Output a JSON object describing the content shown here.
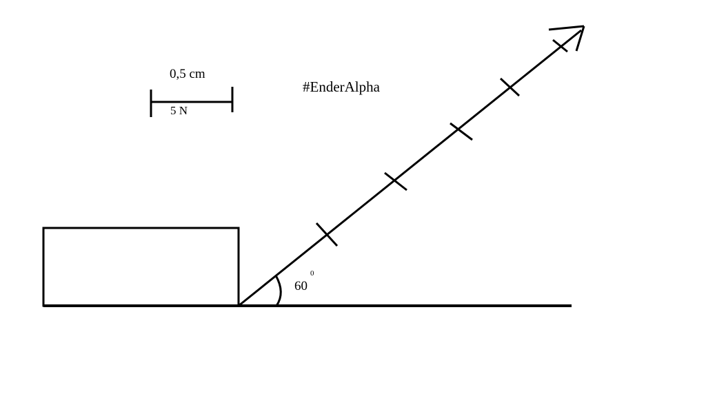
{
  "scale": {
    "length_label": "0,5 cm",
    "force_label": "5 N"
  },
  "watermark": "#EnderAlpha",
  "angle": {
    "value": "60",
    "unit_mark": "0"
  },
  "colors": {
    "ink": "#000000",
    "background": "#ffffff"
  }
}
